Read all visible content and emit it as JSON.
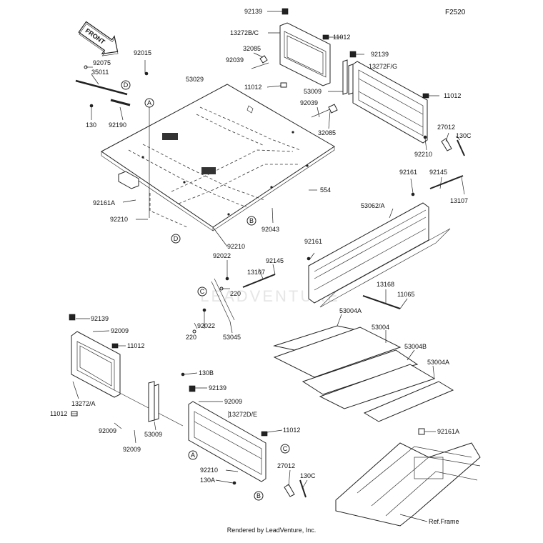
{
  "diagram_code": "F2520",
  "front_arrow_label": "FRONT",
  "footer": "Rendered by LeadVenture, Inc.",
  "watermark": "LEADVENTURE",
  "ref_frame_label": "Ref.Frame",
  "callouts": {
    "c92139_top": "92139",
    "c13272BC": "13272B/C",
    "c11012_a": "11012",
    "c32085_a": "32085",
    "c92039_a": "92039",
    "c11012_b": "11012",
    "c53009_top": "53009",
    "c92139_b": "92139",
    "c13272FG": "13272F/G",
    "c11012_c": "11012",
    "c92039_b": "92039",
    "c32085_b": "32085",
    "c27012_a": "27012",
    "c130C_a": "130C",
    "c92210_a": "92210",
    "c92161_a": "92161",
    "c92145_a": "92145",
    "c13107_a": "13107",
    "c92015": "92015",
    "c92075": "92075",
    "c35011": "35011",
    "c130": "130",
    "c92190": "92190",
    "c53029": "53029",
    "c92161A_a": "92161A",
    "c92210_b": "92210",
    "c92210_c": "92210",
    "c554": "554",
    "c92043": "92043",
    "c53062A": "53062/A",
    "c92161_b": "92161",
    "c92022_a": "92022",
    "c92145_b": "92145",
    "c13107_b": "13107",
    "c220_a": "220",
    "c13168": "13168",
    "c11065": "11065",
    "c92022_b": "92022",
    "c220_b": "220",
    "c53045": "53045",
    "c53004A_a": "53004A",
    "c53004": "53004",
    "c53004B": "53004B",
    "c53004A_b": "53004A",
    "c92139_c": "92139",
    "c92009_a": "92009",
    "c11012_d": "11012",
    "c13272A": "13272/A",
    "c11012_e": "11012",
    "c92009_b": "92009",
    "c92009_c": "92009",
    "c53009_bot": "53009",
    "c130B": "130B",
    "c92139_d": "92139",
    "c92009_d": "92009",
    "c13272DE": "13272D/E",
    "c11012_f": "11012",
    "c92210_d": "92210",
    "c130A": "130A",
    "c27012_b": "27012",
    "c130C_b": "130C",
    "c92161A_b": "92161A"
  },
  "ref_circles": {
    "A1": "A",
    "B1": "B",
    "C1": "C",
    "D1": "D",
    "D2": "D",
    "A2": "A",
    "B2": "B",
    "C2": "C"
  }
}
